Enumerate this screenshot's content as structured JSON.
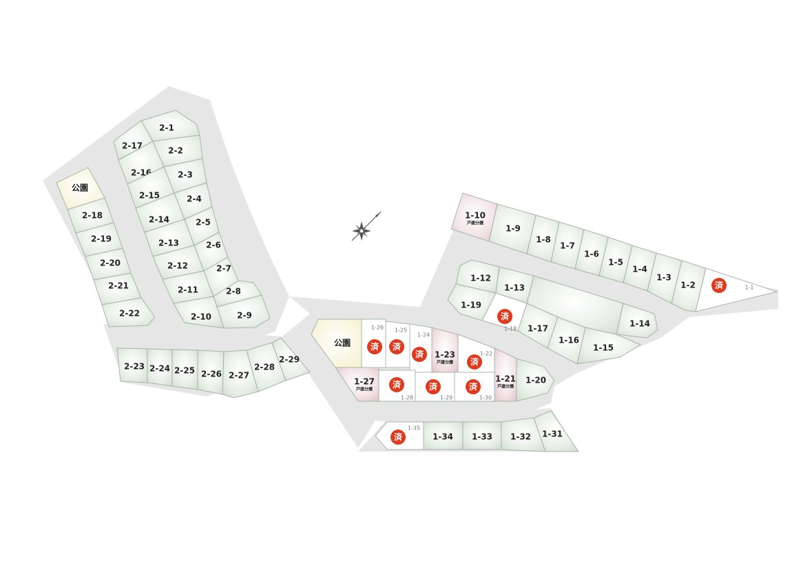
{
  "colors": {
    "road": "#e6e6e6",
    "lot_green": "#dde8dc",
    "lot_white": "#ffffff",
    "lot_pink": "#ecd6dc",
    "park": "#f8f6dc",
    "sold_badge": "#e03a1e"
  },
  "sold_label": "済",
  "detached_label": "戸建分譲",
  "park_label": "公園",
  "compass": {
    "icon": "compass-rose-icon"
  },
  "lots": {
    "l2_1": "2-1",
    "l2_2": "2-2",
    "l2_3": "2-3",
    "l2_4": "2-4",
    "l2_5": "2-5",
    "l2_6": "2-6",
    "l2_7": "2-7",
    "l2_8": "2-8",
    "l2_9": "2-9",
    "l2_10": "2-10",
    "l2_11": "2-11",
    "l2_12": "2-12",
    "l2_13": "2-13",
    "l2_14": "2-14",
    "l2_15": "2-15",
    "l2_16": "2-16",
    "l2_17": "2-17",
    "l2_18": "2-18",
    "l2_19": "2-19",
    "l2_20": "2-20",
    "l2_21": "2-21",
    "l2_22": "2-22",
    "l2_23": "2-23",
    "l2_24": "2-24",
    "l2_25": "2-25",
    "l2_26": "2-26",
    "l2_27": "2-27",
    "l2_28": "2-28",
    "l2_29": "2-29",
    "l1_1": "1-1",
    "l1_2": "1-2",
    "l1_3": "1-3",
    "l1_4": "1-4",
    "l1_5": "1-5",
    "l1_6": "1-6",
    "l1_7": "1-7",
    "l1_8": "1-8",
    "l1_9": "1-9",
    "l1_10": "1-10",
    "l1_12": "1-12",
    "l1_13": "1-13",
    "l1_14": "1-14",
    "l1_15": "1-15",
    "l1_16": "1-16",
    "l1_17": "1-17",
    "l1_18": "1-18",
    "l1_19": "1-19",
    "l1_20": "1-20",
    "l1_21": "1-21",
    "l1_22": "1-22",
    "l1_23": "1-23",
    "l1_24": "1-24",
    "l1_25": "1-25",
    "l1_26": "1-26",
    "l1_27": "1-27",
    "l1_28": "1-28",
    "l1_29": "1-29",
    "l1_30": "1-30",
    "l1_31": "1-31",
    "l1_32": "1-32",
    "l1_33": "1-33",
    "l1_34": "1-34",
    "l1_35": "1-35"
  }
}
